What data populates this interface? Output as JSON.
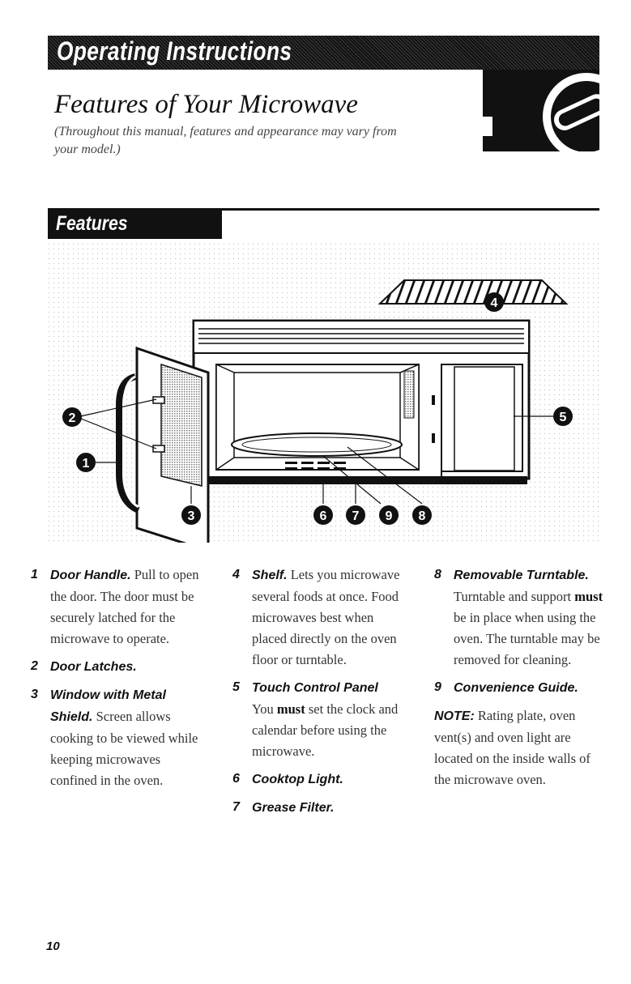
{
  "header": {
    "banner_title": "Operating Instructions",
    "heading": "Features of Your Microwave",
    "subnote": "(Throughout this manual, features and appearance may vary from your model.)"
  },
  "features_label": "Features",
  "callouts": [
    {
      "n": "1"
    },
    {
      "n": "2"
    },
    {
      "n": "3"
    },
    {
      "n": "4"
    },
    {
      "n": "5"
    },
    {
      "n": "6"
    },
    {
      "n": "7"
    },
    {
      "n": "8"
    },
    {
      "n": "9"
    }
  ],
  "items": {
    "i1": {
      "num": "1",
      "term": "Door Handle.",
      "text": "Pull to open the door. The door must be securely latched for the microwave to operate."
    },
    "i2": {
      "num": "2",
      "term": "Door Latches."
    },
    "i3": {
      "num": "3",
      "term": "Window with Metal Shield.",
      "text": "Screen allows cooking to be viewed while keeping microwaves confined in the oven."
    },
    "i4": {
      "num": "4",
      "term": "Shelf.",
      "text": "Lets you microwave several foods at once. Food microwaves best when placed directly on the oven floor or turntable."
    },
    "i5": {
      "num": "5",
      "term": "Touch Control Panel",
      "text_a": "You",
      "bold": "must",
      "text_b": "set the clock and calendar before using the microwave."
    },
    "i6": {
      "num": "6",
      "term": "Cooktop Light."
    },
    "i7": {
      "num": "7",
      "term": "Grease Filter."
    },
    "i8": {
      "num": "8",
      "term": "Removable Turntable.",
      "text_a": "Turntable and support",
      "bold": "must",
      "text_b": "be in place when using the oven. The turntable may be removed for cleaning."
    },
    "i9": {
      "num": "9",
      "term": "Convenience Guide."
    }
  },
  "note": {
    "label": "NOTE:",
    "text": "Rating plate, oven vent(s) and oven light are located on the inside walls of the microwave oven."
  },
  "page_number": "10"
}
